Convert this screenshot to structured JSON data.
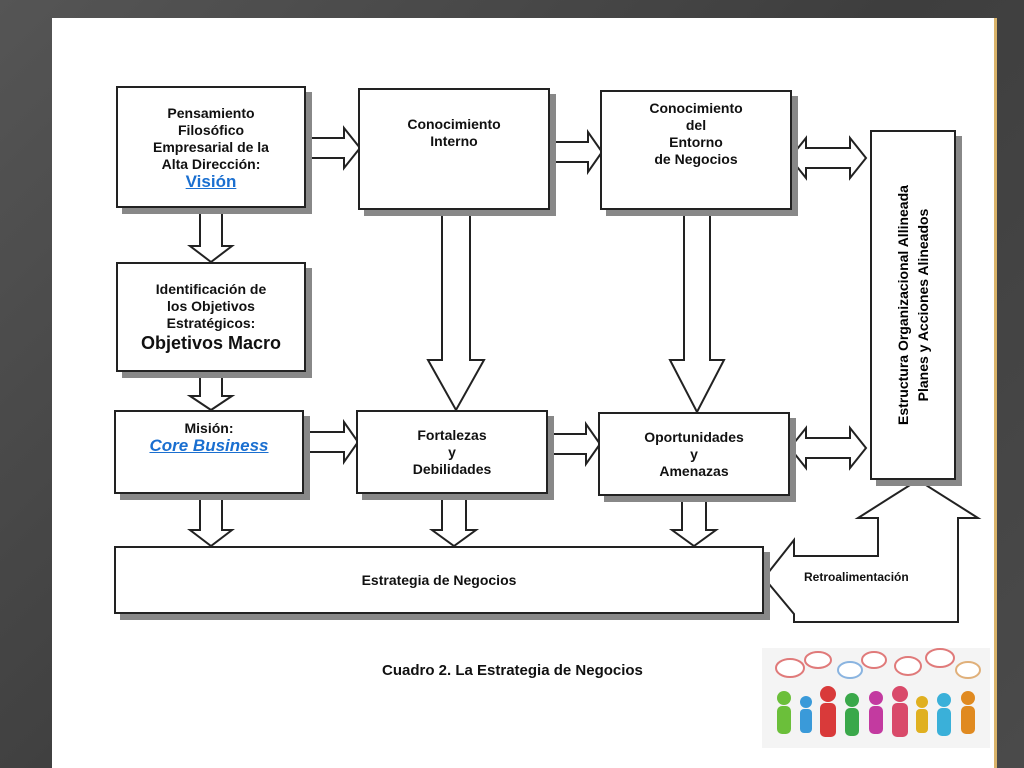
{
  "boxes": {
    "vision": {
      "l1": "Pensamiento",
      "l2": "Filosófico",
      "l3": "Empresarial de la",
      "l4": "Alta Dirección:",
      "link": "Visión"
    },
    "internal": {
      "l1": "Conocimiento",
      "l2": "Interno"
    },
    "environment": {
      "l1": "Conocimiento",
      "l2": "del",
      "l3": "Entorno",
      "l4": "de Negocios"
    },
    "objectives": {
      "l1": "Identificación de",
      "l2": "los Objetivos",
      "l3": "Estratégicos:",
      "big": "Objetivos Macro"
    },
    "mission": {
      "l1": "Misión:",
      "link": "Core Business"
    },
    "strengths": {
      "l1": "Fortalezas",
      "l2": "y",
      "l3": "Debilidades"
    },
    "opportunities": {
      "l1": "Oportunidades",
      "l2": "y",
      "l3": "Amenazas"
    },
    "structure": {
      "l1": "Estructura Organizacional Allineada",
      "l2": "Planes y Acciones Alineados"
    },
    "strategy": {
      "l1": "Estrategia de Negocios"
    }
  },
  "feedback_label": "Retroalimentación",
  "caption": "Cuadro 2. La Estrategia de Negocios",
  "colors": {
    "link": "#1a6fd0",
    "slide_border": "#d9b36a",
    "shadow": "#888888"
  }
}
